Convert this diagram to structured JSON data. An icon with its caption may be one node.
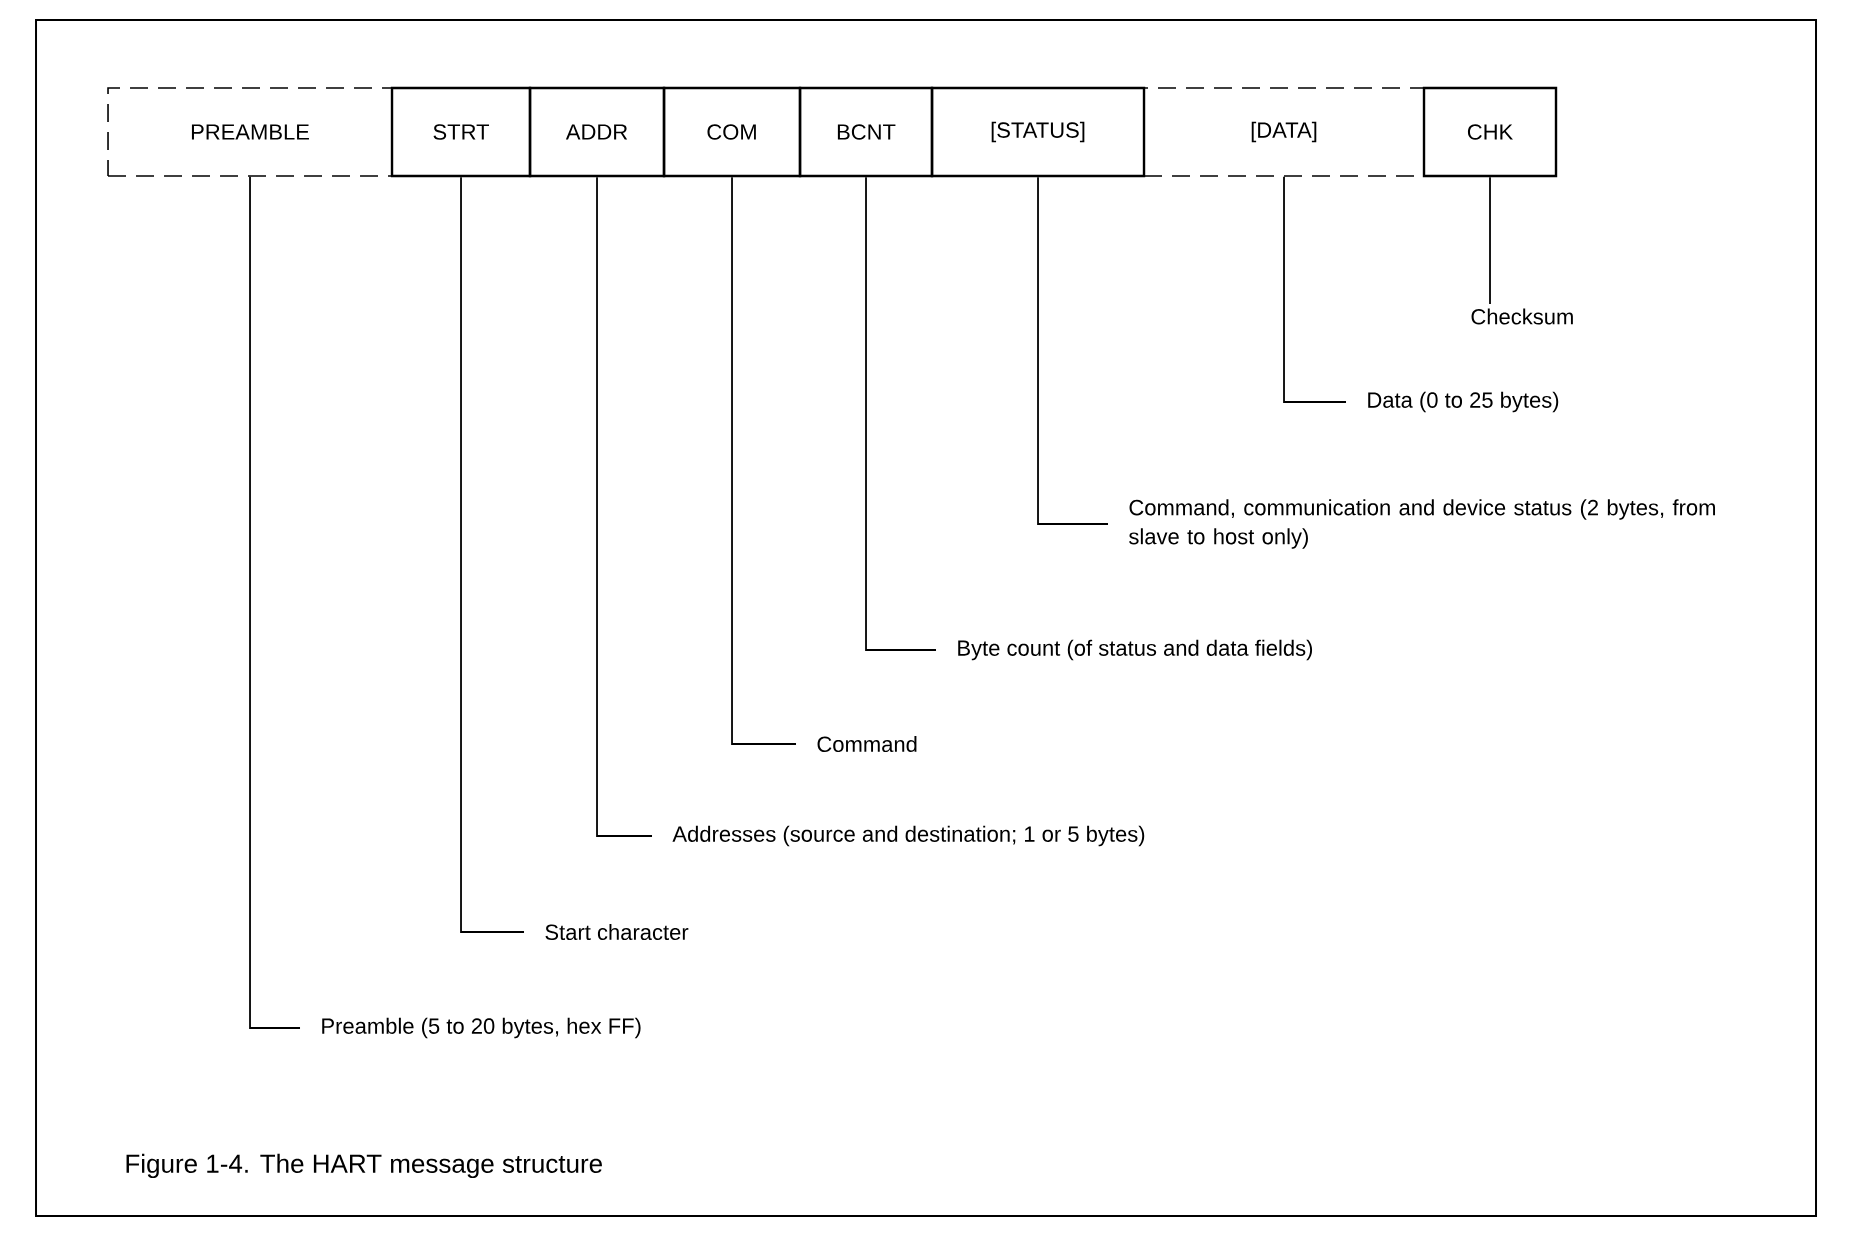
{
  "diagram": {
    "caption": "Figure 1-4.  The HART message structure",
    "nodes": [
      {
        "text": [
          "PREAMBLE"
        ]
      },
      {
        "text": [
          "STRT"
        ]
      },
      {
        "text": [
          "ADDR"
        ]
      },
      {
        "text": [
          "COM"
        ]
      },
      {
        "text": [
          "BCNT"
        ]
      },
      {
        "text": [
          "[STATUS]"
        ]
      },
      {
        "text": [
          "[DATA]"
        ]
      },
      {
        "text": [
          "CHK"
        ]
      },
      {
        "text": [
          "Checksum"
        ]
      },
      {
        "text": [
          "Data (0 to 25 bytes)"
        ]
      },
      {
        "text": [
          "Command, communication and device status (2 bytes, from slave to host only)"
        ]
      },
      {
        "text": [
          "Byte count (of status and data fields)"
        ]
      },
      {
        "text": [
          "Command"
        ]
      },
      {
        "text": [
          "Addresses (source and destination; 1 or 5 bytes)"
        ]
      },
      {
        "text": [
          "Start character"
        ]
      },
      {
        "text": [
          "Preamble (5 to 20 bytes, hex FF)"
        ]
      }
    ],
    "edges": [
      {
        "from": 7,
        "to": 8,
        "arrow": "none"
      },
      {
        "from": 6,
        "to": 9,
        "arrow": "none"
      },
      {
        "from": 5,
        "to": 10,
        "arrow": "none"
      },
      {
        "from": 4,
        "to": 11,
        "arrow": "none"
      },
      {
        "from": 3,
        "to": 12,
        "arrow": "none"
      },
      {
        "from": 2,
        "to": 13,
        "arrow": "none"
      },
      {
        "from": 1,
        "to": 14,
        "arrow": "none"
      },
      {
        "from": 0,
        "to": 15,
        "arrow": "none"
      }
    ]
  }
}
